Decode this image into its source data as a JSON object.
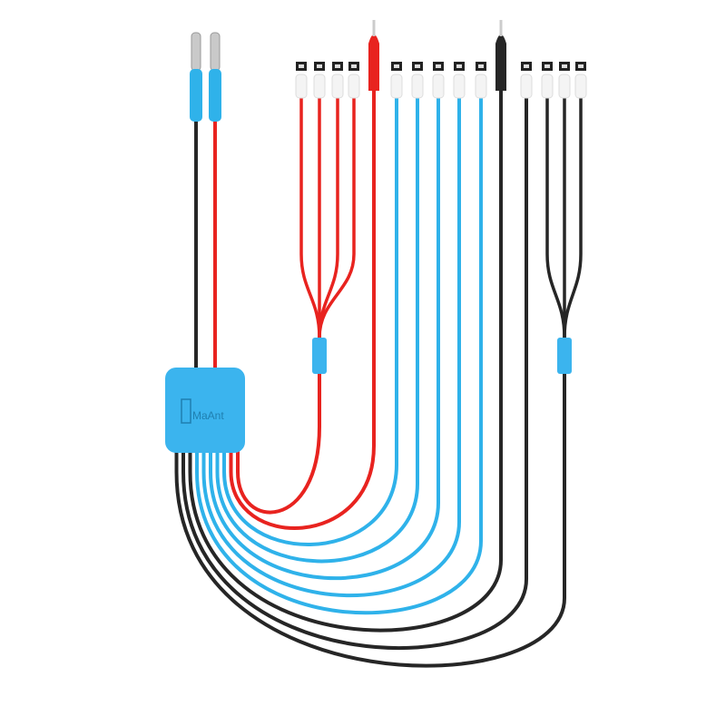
{
  "product": {
    "brand_logo": "MaAnt",
    "colors": {
      "red": "#e8231f",
      "blue": "#2fb2ea",
      "black": "#262626",
      "hub": "#3bb4ee",
      "pin": "#c9c9c9"
    }
  },
  "cables": [
    {
      "color": "red",
      "end": "splitter-red"
    },
    {
      "color": "red",
      "end": "alligator-red"
    },
    {
      "color": "blue",
      "end": "clip"
    },
    {
      "color": "blue",
      "end": "clip"
    },
    {
      "color": "blue",
      "end": "clip"
    },
    {
      "color": "blue",
      "end": "clip"
    },
    {
      "color": "blue",
      "end": "clip"
    },
    {
      "color": "black",
      "end": "alligator-black"
    },
    {
      "color": "black",
      "end": "clip"
    },
    {
      "color": "black",
      "end": "splitter-black"
    }
  ]
}
